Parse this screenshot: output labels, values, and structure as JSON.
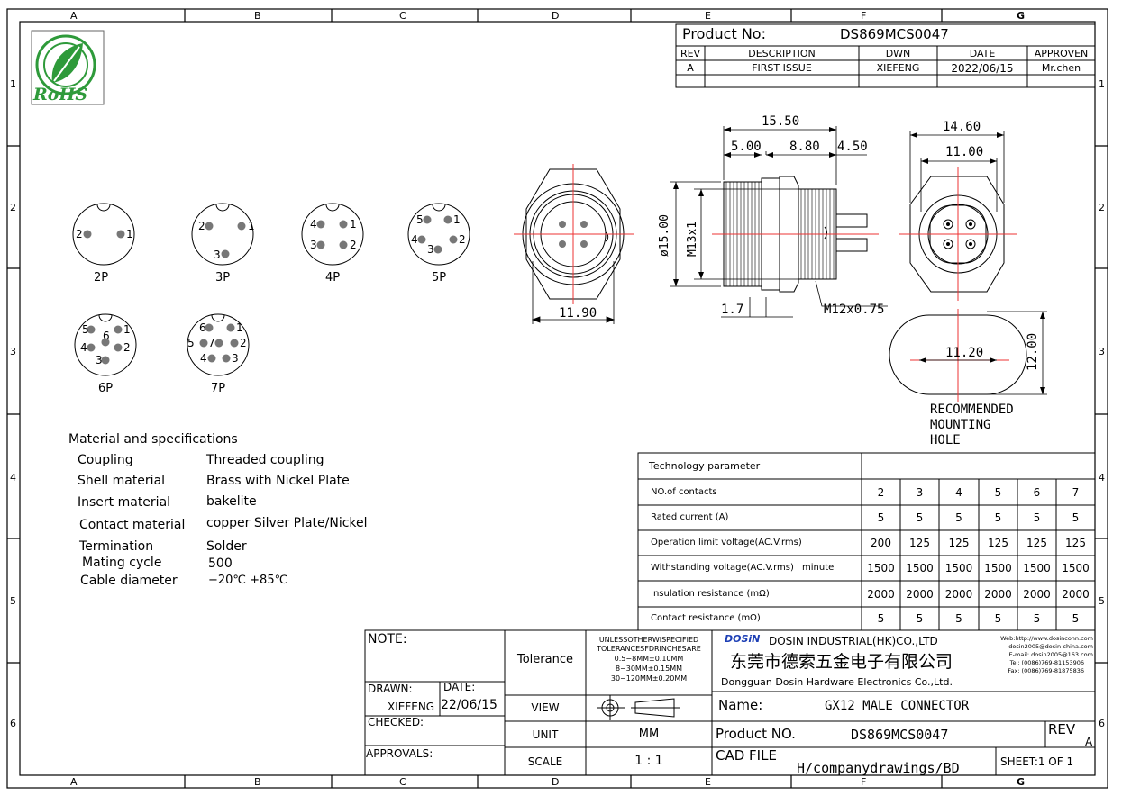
{
  "border": {
    "cols": [
      "A",
      "B",
      "C",
      "D",
      "E",
      "F",
      "G"
    ],
    "rows": [
      "1",
      "2",
      "3",
      "4",
      "5",
      "6"
    ]
  },
  "logo": {
    "text": "RoHS"
  },
  "revision_block": {
    "product_label": "Product No:",
    "product_no": "DS869MCS0047",
    "headers": [
      "REV",
      "DESCRIPTION",
      "DWN",
      "DATE",
      "APPROVEN"
    ],
    "row": [
      "A",
      "FIRST ISSUE",
      "XIEFENG",
      "2022/06/15",
      "Mr.chen"
    ]
  },
  "pin_layouts": [
    {
      "label": "2P",
      "pins": [
        "2",
        "1"
      ]
    },
    {
      "label": "3P",
      "pins": [
        "2",
        "1",
        "3"
      ]
    },
    {
      "label": "4P",
      "pins": [
        "4",
        "1",
        "3",
        "2"
      ]
    },
    {
      "label": "5P",
      "pins": [
        "5",
        "1",
        "4",
        "2",
        "3"
      ]
    },
    {
      "label": "6P",
      "pins": [
        "5",
        "6",
        "1",
        "4",
        "2",
        "3"
      ]
    },
    {
      "label": "7P",
      "pins": [
        "6",
        "1",
        "5",
        "7",
        "2",
        "4",
        "3"
      ]
    }
  ],
  "dimensions": {
    "front_width": "11.90",
    "side_total": "15.50",
    "side_a": "5.00",
    "side_b": "8.80",
    "side_c": "4.50",
    "side_diameter": "ø15.00",
    "side_thread": "M13x1",
    "side_offset": "1.7",
    "side_thread2": "M12x0.75",
    "rear_outer": "14.60",
    "rear_inner": "11.00",
    "hole_width": "11.20",
    "hole_height": "12.00",
    "hole_caption": [
      "RECOMMENDED",
      "MOUNTING",
      "HOLE"
    ]
  },
  "materials": {
    "title": "Material and specifications",
    "rows": [
      {
        "k": "Coupling",
        "v": "Threaded coupling"
      },
      {
        "k": "Shell material",
        "v": "Brass with Nickel Plate"
      },
      {
        "k": "Insert material",
        "v": "bakelite"
      },
      {
        "k": "Contact material",
        "v": "copper Silver Plate/Nickel"
      },
      {
        "k": "Termination",
        "v": "Solder"
      },
      {
        "k": "Mating cycle",
        "v": "500"
      },
      {
        "k": "Cable diameter",
        "v": "−20℃ +85℃"
      }
    ]
  },
  "tech_table": {
    "title": "Technology parameter",
    "rows": [
      {
        "label": "NO.of contacts",
        "values": [
          "2",
          "3",
          "4",
          "5",
          "6",
          "7"
        ]
      },
      {
        "label": "Rated current (A)",
        "values": [
          "5",
          "5",
          "5",
          "5",
          "5",
          "5"
        ]
      },
      {
        "label": "Operation limit voltage(AC.V.rms)",
        "values": [
          "200",
          "125",
          "125",
          "125",
          "125",
          "125"
        ]
      },
      {
        "label": "Withstanding voltage(AC.V.rms) l minute",
        "values": [
          "1500",
          "1500",
          "1500",
          "1500",
          "1500",
          "1500"
        ]
      },
      {
        "label": "Insulation resistance (mΩ)",
        "values": [
          "2000",
          "2000",
          "2000",
          "2000",
          "2000",
          "2000"
        ]
      },
      {
        "label": "Contact resistance (mΩ)",
        "values": [
          "5",
          "5",
          "5",
          "5",
          "5",
          "5"
        ]
      }
    ]
  },
  "title_block": {
    "note": "NOTE:",
    "drawn": "DRAWN:",
    "date_label": "DATE:",
    "drawn_by": "XIEFENG",
    "drawn_date": "22/06/15",
    "checked": "CHECKED:",
    "approvals": "APPROVALS:",
    "tolerance_label": "Tolerance",
    "tolerance_lines": [
      "UNLESSOTHERWISPECIFIED",
      "TOLERANCESFDRINCHESARE",
      "0.5−8MM±0.10MM",
      "8−30MM±0.15MM",
      "30−120MM±0.20MM"
    ],
    "view_label": "VIEW",
    "unit_label": "UNIT",
    "unit_value": "MM",
    "scale_label": "SCALE",
    "scale_value": "1 : 1",
    "company_brand": "DOSiN",
    "company_en": "DOSIN INDUSTRIAL(HK)CO.,LTD",
    "company_cn": "东莞市德索五金电子有限公司",
    "company_en2": "Dongguan Dosin Hardware Electronics Co.,Ltd.",
    "contact_lines": [
      "Web:http://www.dosinconn.com",
      "dosin2005@dosin-china.com",
      "E-mail: dosin2005@163.com",
      "Tel: (0086)769-81153906",
      "Fax: (0086)769-81875836"
    ],
    "name_label": "Name:",
    "name_value": "GX12 MALE CONNECTOR",
    "product_label": "Product NO.",
    "product_value": "DS869MCS0047",
    "rev_label": "REV",
    "rev_value": "A",
    "cad_label": "CAD FILE",
    "cad_value": "H/companydrawings/BD",
    "sheet": "SHEET:1 OF 1"
  }
}
